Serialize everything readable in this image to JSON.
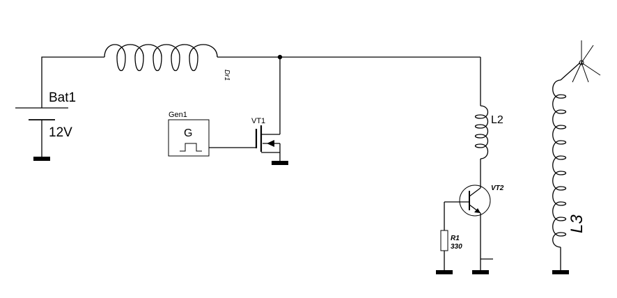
{
  "components": {
    "bat1": {
      "name": "Bat1",
      "value": "12V"
    },
    "dr1": {
      "name": "Dr1"
    },
    "gen1": {
      "name": "Gen1",
      "symbol": "G"
    },
    "vt1": {
      "name": "VT1"
    },
    "l2": {
      "name": "L2"
    },
    "vt2": {
      "name": "VT2"
    },
    "r1": {
      "name": "R1",
      "value": "330"
    },
    "l3": {
      "name": "L3"
    }
  }
}
